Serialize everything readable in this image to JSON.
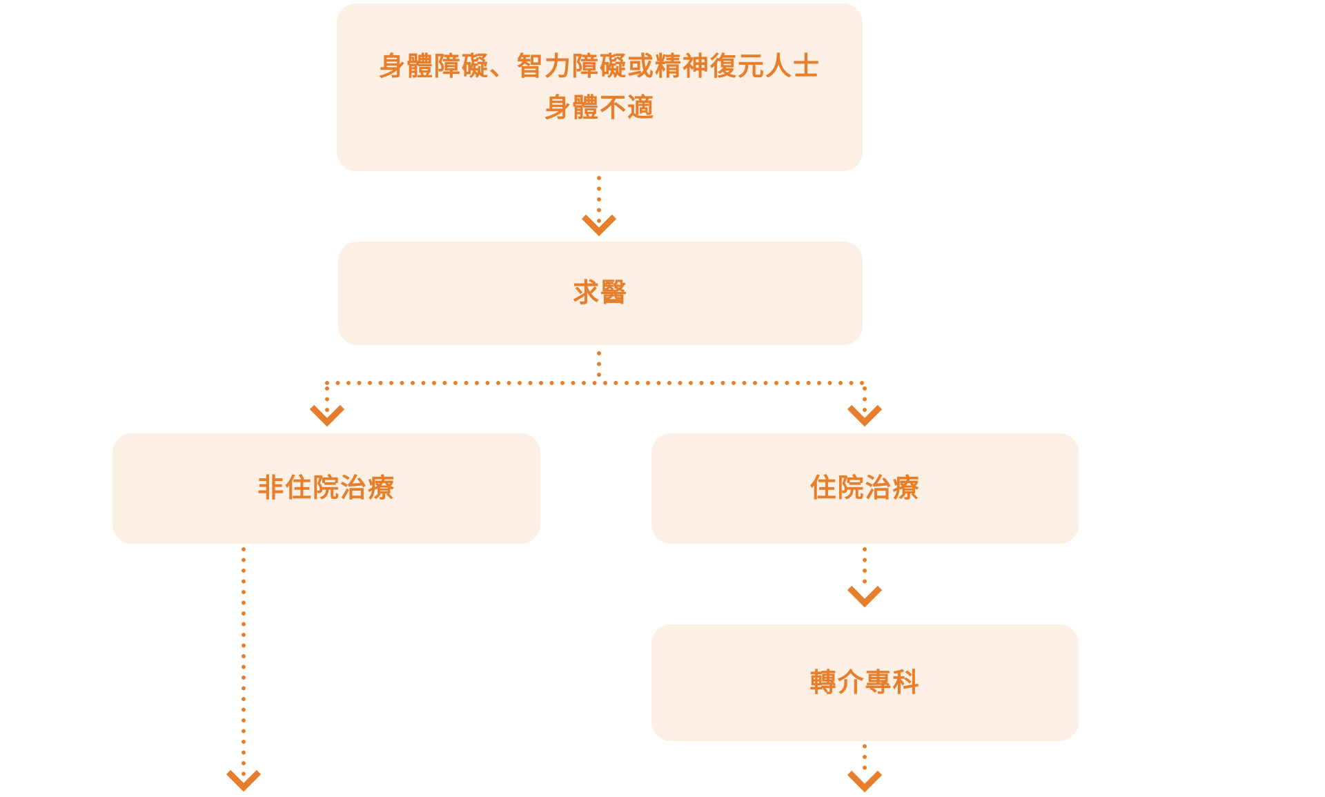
{
  "diagram": {
    "type": "flowchart",
    "direction": "top-down",
    "connector_style": "dotted-arrow",
    "colors": {
      "accent": "#e67e2c",
      "node_fill": "#fcefe3",
      "background": "#ffffff"
    },
    "nodes": {
      "start": {
        "line1": "身體障礙、智力障礙或精神復元人士",
        "line2": "身體不適"
      },
      "seek": {
        "label": "求醫"
      },
      "outpatient": {
        "label": "非住院治療"
      },
      "inpatient": {
        "label": "住院治療"
      },
      "referral": {
        "label": "轉介專科"
      }
    },
    "edges": [
      {
        "from": "start",
        "to": "seek"
      },
      {
        "from": "seek",
        "to": "outpatient"
      },
      {
        "from": "seek",
        "to": "inpatient"
      },
      {
        "from": "outpatient",
        "to": null,
        "continues_off_canvas": true
      },
      {
        "from": "inpatient",
        "to": "referral"
      },
      {
        "from": "referral",
        "to": null,
        "continues_off_canvas": true
      }
    ]
  }
}
